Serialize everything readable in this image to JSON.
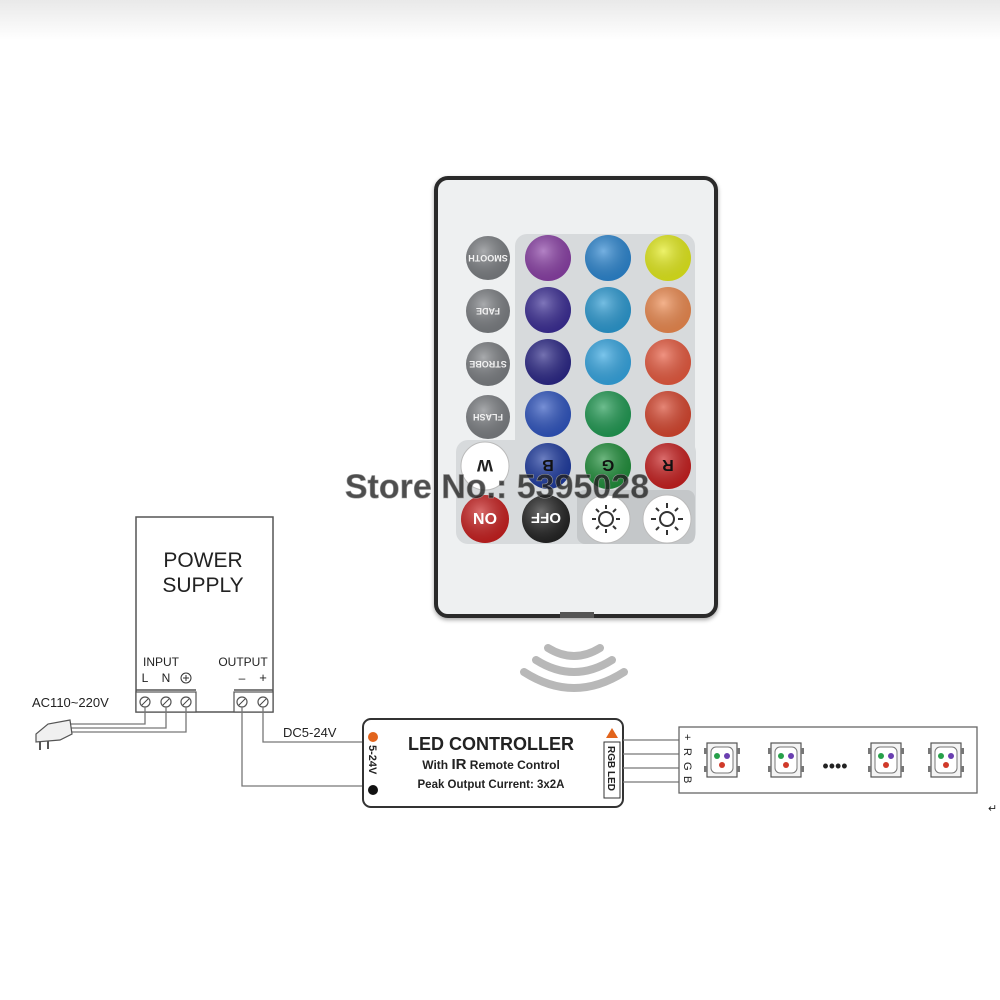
{
  "watermark": "Store No.: 5395028",
  "remote": {
    "mode_buttons": [
      "SMOOTH",
      "FADE",
      "STROBE",
      "FLASH"
    ],
    "color_rows": [
      [
        "#8a3fa6",
        "#2b86d1",
        "#e4ec1a"
      ],
      [
        "#3a2c95",
        "#2a9ad3",
        "#ee8a4f"
      ],
      [
        "#2a2687",
        "#34a6e2",
        "#e8593e"
      ],
      [
        "#2e54c0",
        "#1f9a52",
        "#d8452d"
      ]
    ],
    "rgb_row": {
      "w_label": "W",
      "buttons": [
        {
          "label": "B",
          "color": "#1d3aa0"
        },
        {
          "label": "G",
          "color": "#1f8f3a"
        },
        {
          "label": "R",
          "color": "#c81e1e"
        }
      ]
    },
    "on_label": "ON",
    "off_label": "OFF",
    "on_color": "#c81e1e",
    "off_color": "#222222",
    "brightness_icons": [
      "brightness-down-icon",
      "brightness-up-icon"
    ]
  },
  "power_supply": {
    "title_line1": "POWER",
    "title_line2": "SUPPLY",
    "input_label": "INPUT",
    "output_label": "OUTPUT",
    "terminal_l": "L",
    "terminal_n": "N",
    "terminal_minus": "–",
    "terminal_plus": "+"
  },
  "ac_label": "AC110~220V",
  "dc_label": "DC5-24V",
  "controller": {
    "title": "LED CONTROLLER",
    "subtitle_prefix": "With ",
    "subtitle_ir": "IR",
    "subtitle_suffix": " Remote Control",
    "peak": "Peak Output Current: 3x2A",
    "voltage": "5-24V",
    "rgb_led": "RGB LED"
  },
  "strip": {
    "pins": [
      "+",
      "R",
      "G",
      "B"
    ],
    "ellipsis": "••••"
  },
  "return_mark": "↵"
}
